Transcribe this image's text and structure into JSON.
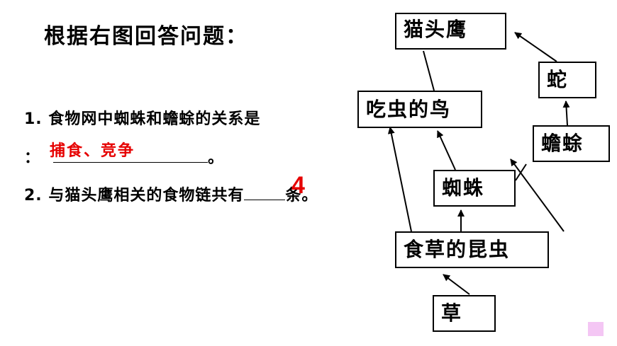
{
  "title": "根据右图回答问题：",
  "questions": {
    "q1_text": "1. 食物网中蜘蛛和蟾蜍的关系是",
    "q1_prefix": "：",
    "q1_answer": "捕食、竞争",
    "q1_suffix": "。",
    "q2_text": "2. 与猫头鹰相关的食物链共有",
    "q2_answer": "4",
    "q2_suffix": "条。"
  },
  "food_web": {
    "nodes": {
      "owl": "猫头鹰",
      "snake": "蛇",
      "bird": "吃虫的鸟",
      "toad": "蟾蜍",
      "spider": "蜘蛛",
      "insect": "食草的昆虫",
      "grass": "草"
    },
    "arrows": [
      {
        "from": "grass",
        "to": "insect"
      },
      {
        "from": "insect",
        "to": "spider"
      },
      {
        "from": "insect",
        "to": "bird"
      },
      {
        "from": "insect",
        "to": "toad"
      },
      {
        "from": "spider",
        "to": "bird"
      },
      {
        "from": "spider",
        "to": "toad"
      },
      {
        "from": "bird",
        "to": "owl"
      },
      {
        "from": "toad",
        "to": "snake"
      },
      {
        "from": "snake",
        "to": "owl"
      }
    ]
  },
  "colors": {
    "answer": "#e60000",
    "decor_box": "#f4c6f4"
  }
}
